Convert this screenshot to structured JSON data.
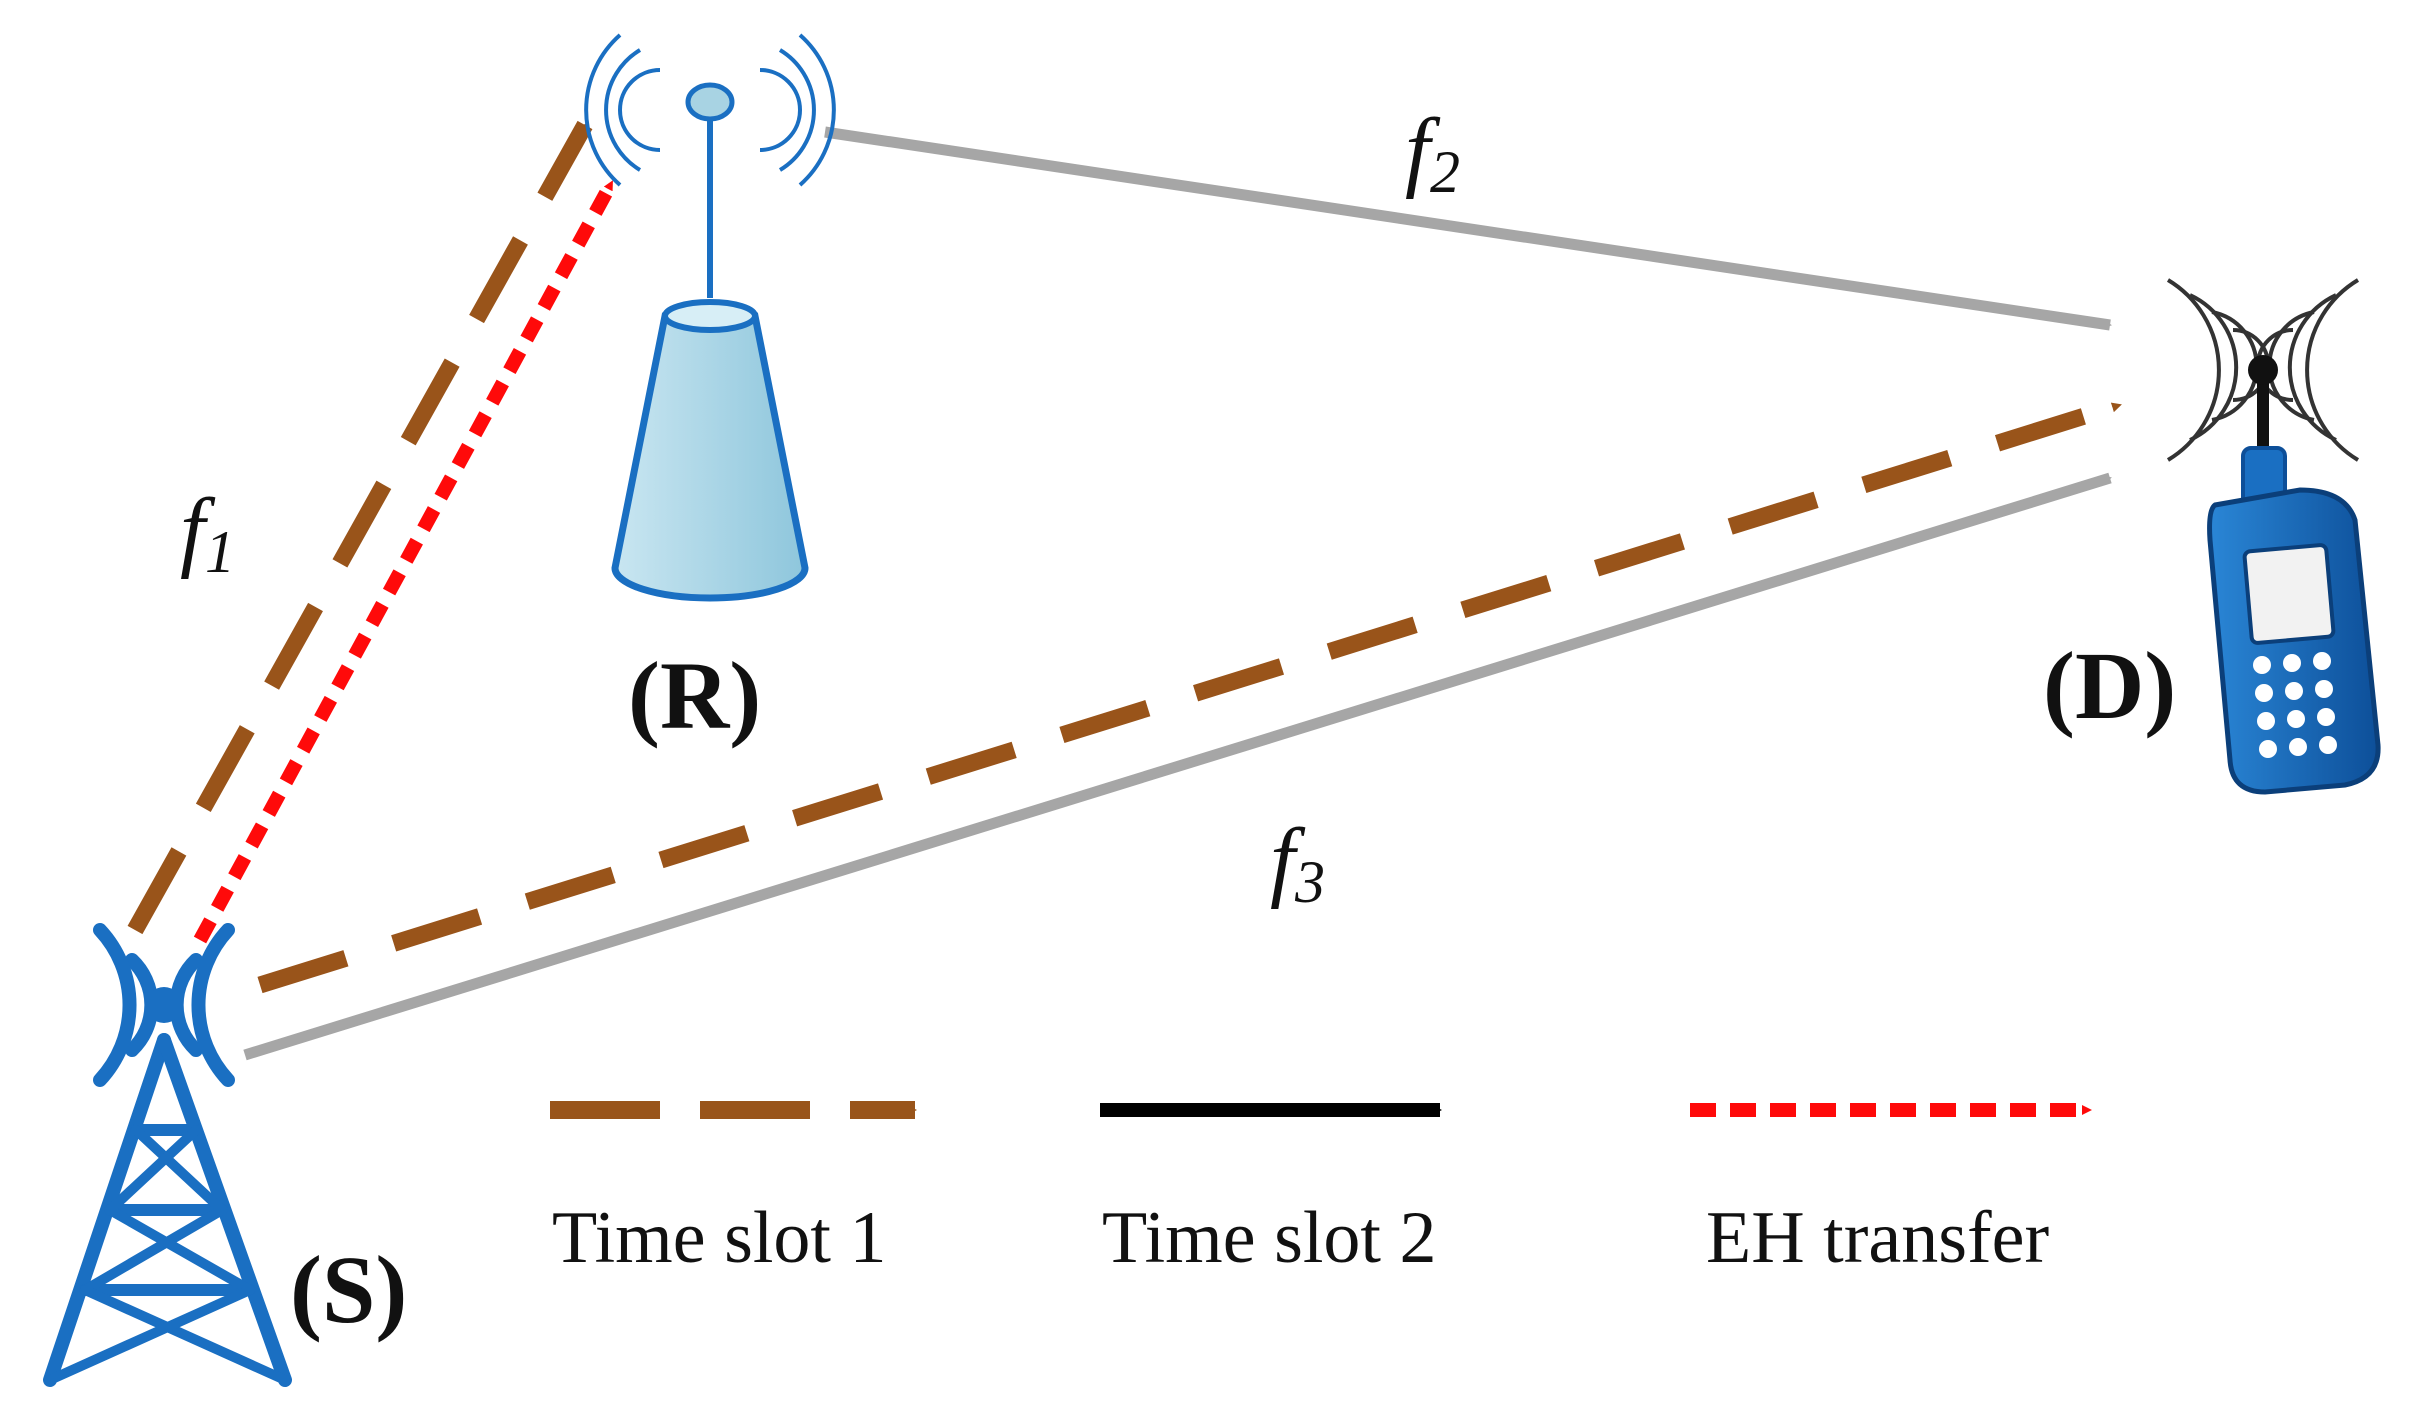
{
  "colors": {
    "slot1": "#99541a",
    "slot2_line": "#a6a6a6",
    "legend_slot2": "#000000",
    "eh": "#ff0a0a",
    "device_blue": "#1a6fc2",
    "relay_fill": "#a8d3e3",
    "text": "#111111"
  },
  "nodes": {
    "source": {
      "label": "(S)",
      "icon": "transmission-tower-icon"
    },
    "relay": {
      "label": "(R)",
      "icon": "relay-antenna-icon"
    },
    "destination": {
      "label": "(D)",
      "icon": "mobile-phone-icon"
    }
  },
  "links": {
    "f1": {
      "base": "f",
      "sub": "1"
    },
    "f2": {
      "base": "f",
      "sub": "2"
    },
    "f3": {
      "base": "f",
      "sub": "3"
    }
  },
  "legend": {
    "slot1": "Time slot 1",
    "slot2": "Time slot 2",
    "eh": "EH transfer"
  }
}
